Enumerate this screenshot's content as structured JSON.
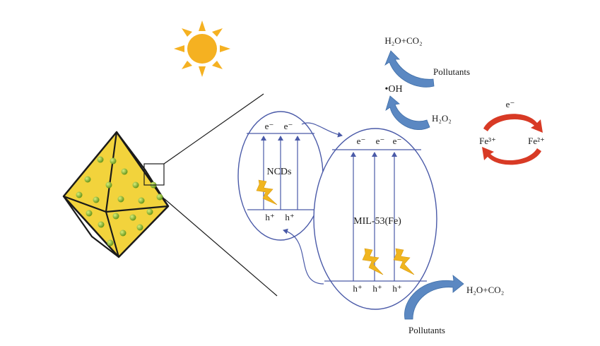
{
  "nanocrystal_label": "NCDs",
  "mof_label": "MIL-53(Fe)",
  "electron": "e⁻",
  "hole": "h⁺",
  "top_products": "H₂O+CO₂",
  "top_pollutants": "Pollutants",
  "hydroxyl_radical": "•OH",
  "hydrogen_peroxide": "H₂O₂",
  "bottom_products": "H₂O+CO₂",
  "bottom_pollutants": "Pollutants",
  "iron_cycle": {
    "electron": "e⁻",
    "fe3": "Fe³⁺",
    "fe2": "Fe²⁺"
  },
  "colors": {
    "ellipse": "#4a5aa8",
    "arrow_blue": "#4a77b8",
    "arrow_blue_light": "#8cc0e6",
    "lightning": "#f0b51f",
    "sun": "#f5b121",
    "crystal": "#f2d33c",
    "dot": "#8cbf2a",
    "cycle_red": "#d83a25"
  },
  "icons": [
    "sun-icon",
    "lightning-icon",
    "curved-arrow-icon",
    "octahedron-crystal-icon"
  ]
}
